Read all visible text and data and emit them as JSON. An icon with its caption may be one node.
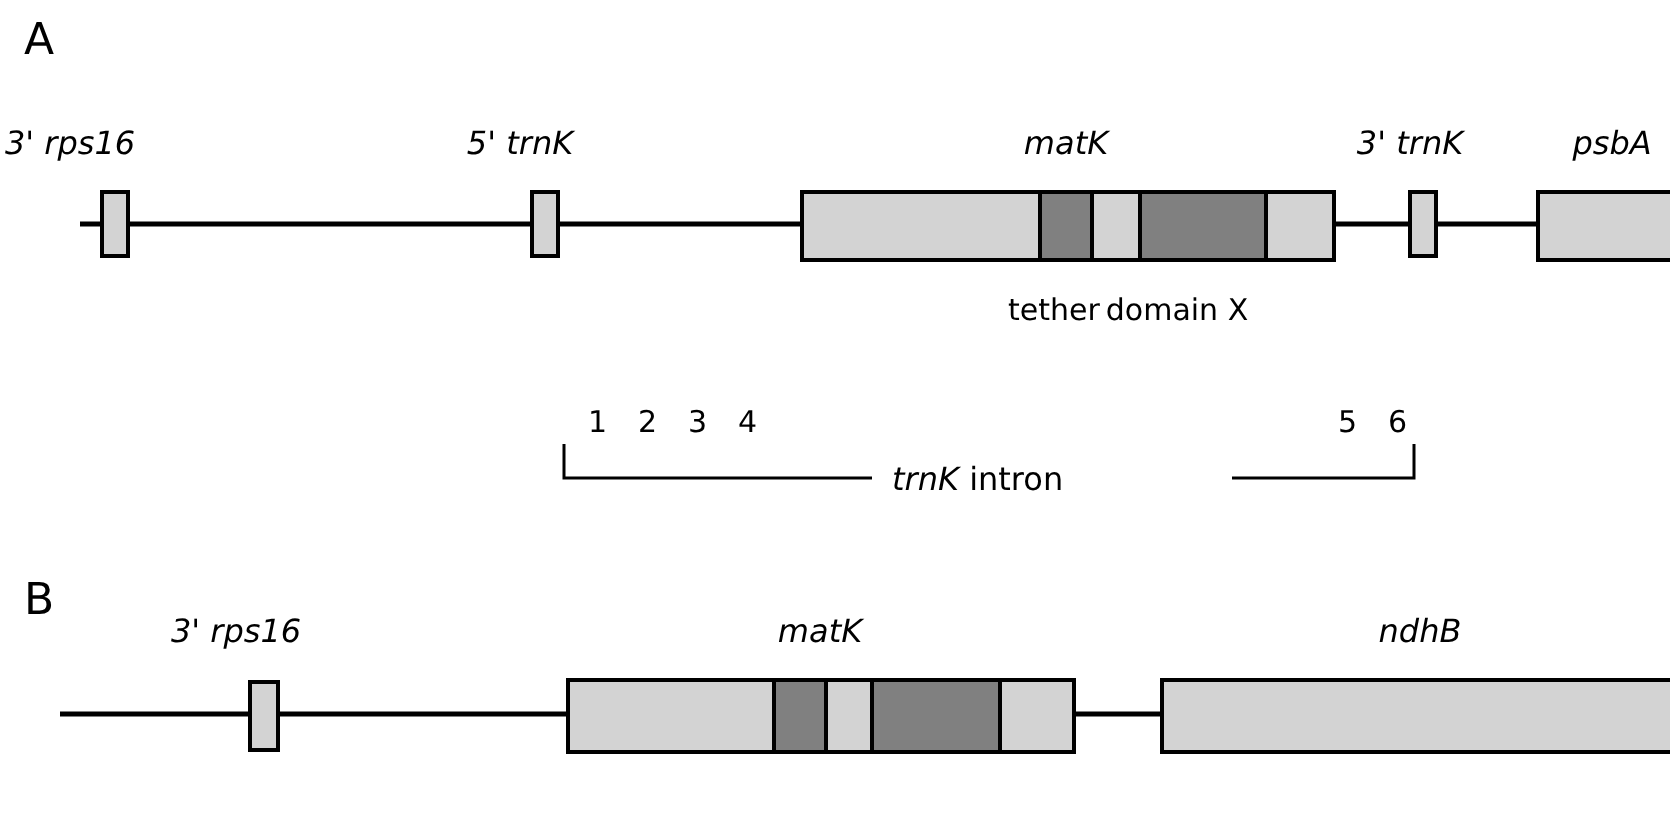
{
  "diagram": {
    "nodes": [
      {
        "text": [
          "3' rps16"
        ]
      },
      {
        "text": [
          "5' trnK"
        ]
      },
      {
        "text": [
          "matK"
        ]
      },
      {
        "text": [
          "tether"
        ],
        "in": 2
      },
      {
        "text": [
          "domain X"
        ],
        "in": 2
      },
      {
        "text": [
          "3' trnK"
        ]
      },
      {
        "text": [
          "psbA"
        ]
      },
      {
        "text": [
          "3' rps16"
        ]
      },
      {
        "text": [
          "matK"
        ]
      },
      {
        "text": [],
        "shape": "box",
        "in": 8
      },
      {
        "text": [],
        "shape": "box",
        "in": 8
      },
      {
        "text": [
          "ndhB"
        ]
      }
    ],
    "labels": [
      "A",
      "1",
      "2",
      "3",
      "4",
      "5",
      "6",
      "*trnK* intron",
      "B"
    ]
  }
}
